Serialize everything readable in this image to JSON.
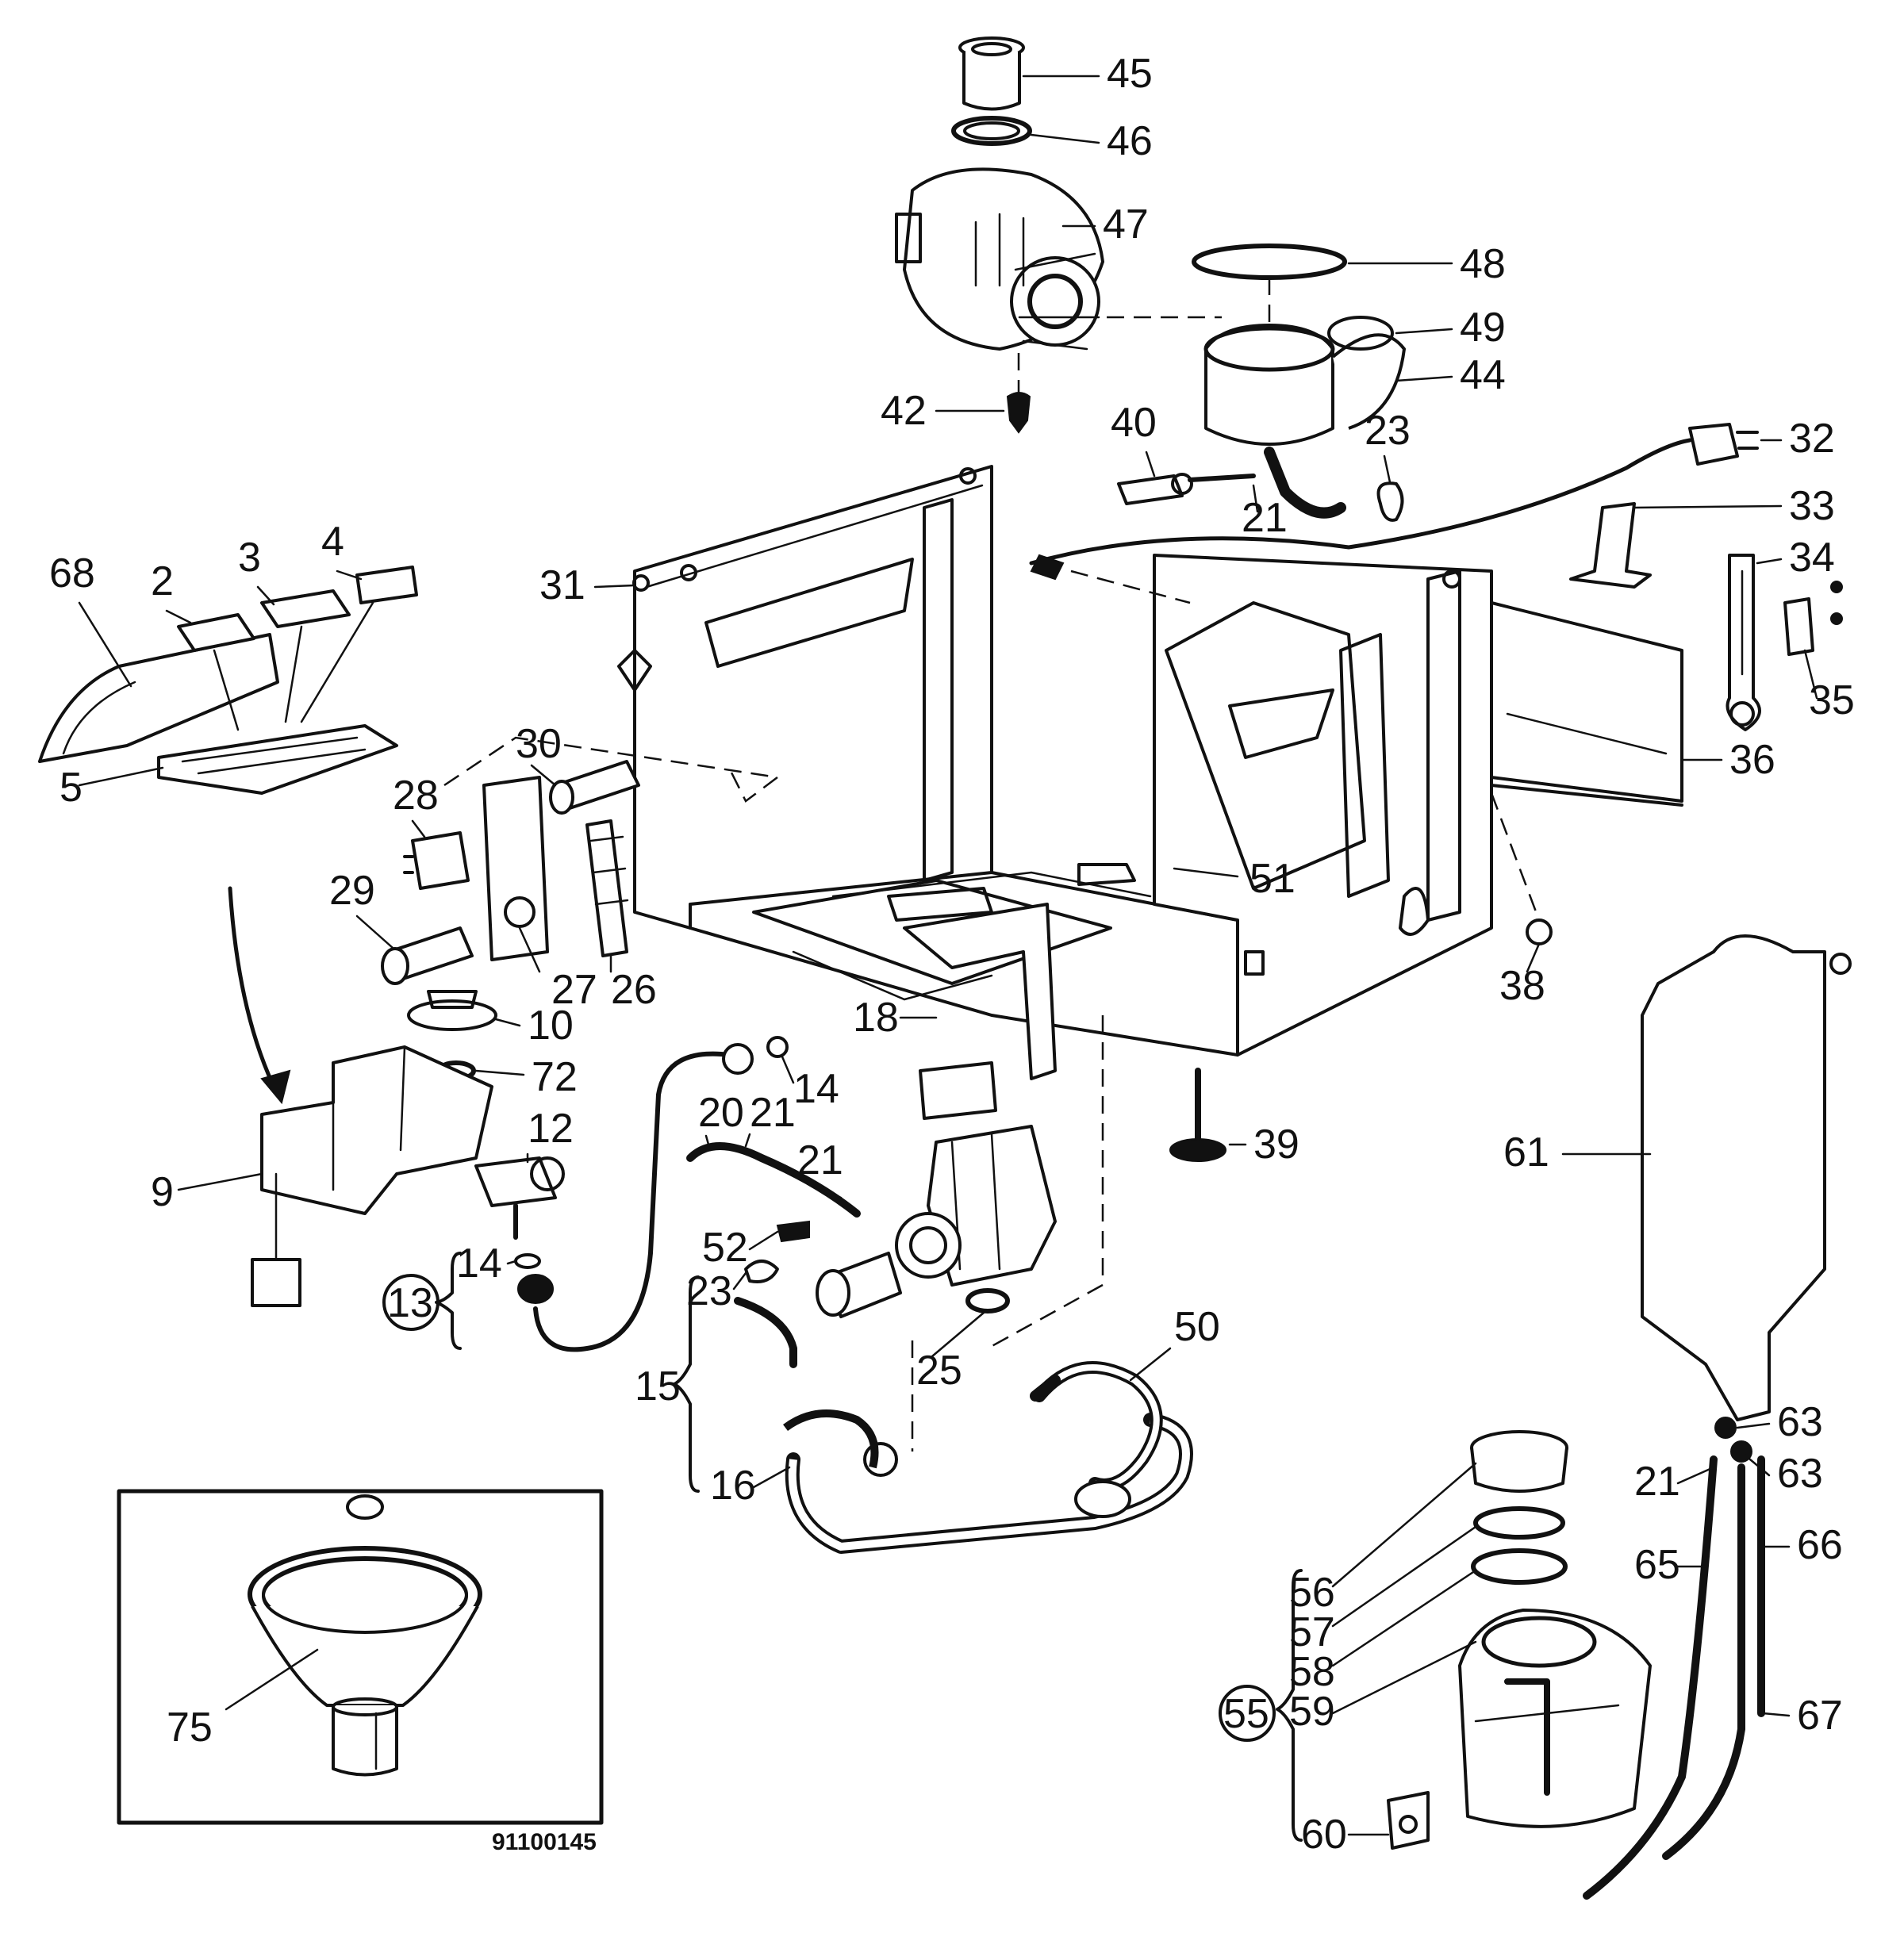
{
  "drawing_code": "91100145",
  "inset": {
    "label": "75"
  },
  "parts": [
    {
      "id": "45"
    },
    {
      "id": "46"
    },
    {
      "id": "47"
    },
    {
      "id": "48"
    },
    {
      "id": "49"
    },
    {
      "id": "44"
    },
    {
      "id": "42"
    },
    {
      "id": "40"
    },
    {
      "id": "23a",
      "text": "23"
    },
    {
      "id": "32"
    },
    {
      "id": "21a",
      "text": "21"
    },
    {
      "id": "33"
    },
    {
      "id": "34"
    },
    {
      "id": "35"
    },
    {
      "id": "36"
    },
    {
      "id": "31"
    },
    {
      "id": "68"
    },
    {
      "id": "2"
    },
    {
      "id": "3"
    },
    {
      "id": "4"
    },
    {
      "id": "5"
    },
    {
      "id": "30"
    },
    {
      "id": "28"
    },
    {
      "id": "29"
    },
    {
      "id": "27"
    },
    {
      "id": "26"
    },
    {
      "id": "51"
    },
    {
      "id": "38"
    },
    {
      "id": "10"
    },
    {
      "id": "72"
    },
    {
      "id": "18"
    },
    {
      "id": "14a",
      "text": "14"
    },
    {
      "id": "12"
    },
    {
      "id": "9"
    },
    {
      "id": "20"
    },
    {
      "id": "21b",
      "text": "21"
    },
    {
      "id": "21c",
      "text": "21"
    },
    {
      "id": "39"
    },
    {
      "id": "61"
    },
    {
      "id": "52"
    },
    {
      "id": "14b",
      "text": "14"
    },
    {
      "id": "23b",
      "text": "23"
    },
    {
      "id": "13"
    },
    {
      "id": "25"
    },
    {
      "id": "50"
    },
    {
      "id": "15"
    },
    {
      "id": "16"
    },
    {
      "id": "63a",
      "text": "63"
    },
    {
      "id": "63b",
      "text": "63"
    },
    {
      "id": "21d",
      "text": "21"
    },
    {
      "id": "66"
    },
    {
      "id": "65"
    },
    {
      "id": "56"
    },
    {
      "id": "57"
    },
    {
      "id": "58"
    },
    {
      "id": "59"
    },
    {
      "id": "55"
    },
    {
      "id": "67"
    },
    {
      "id": "60"
    }
  ]
}
